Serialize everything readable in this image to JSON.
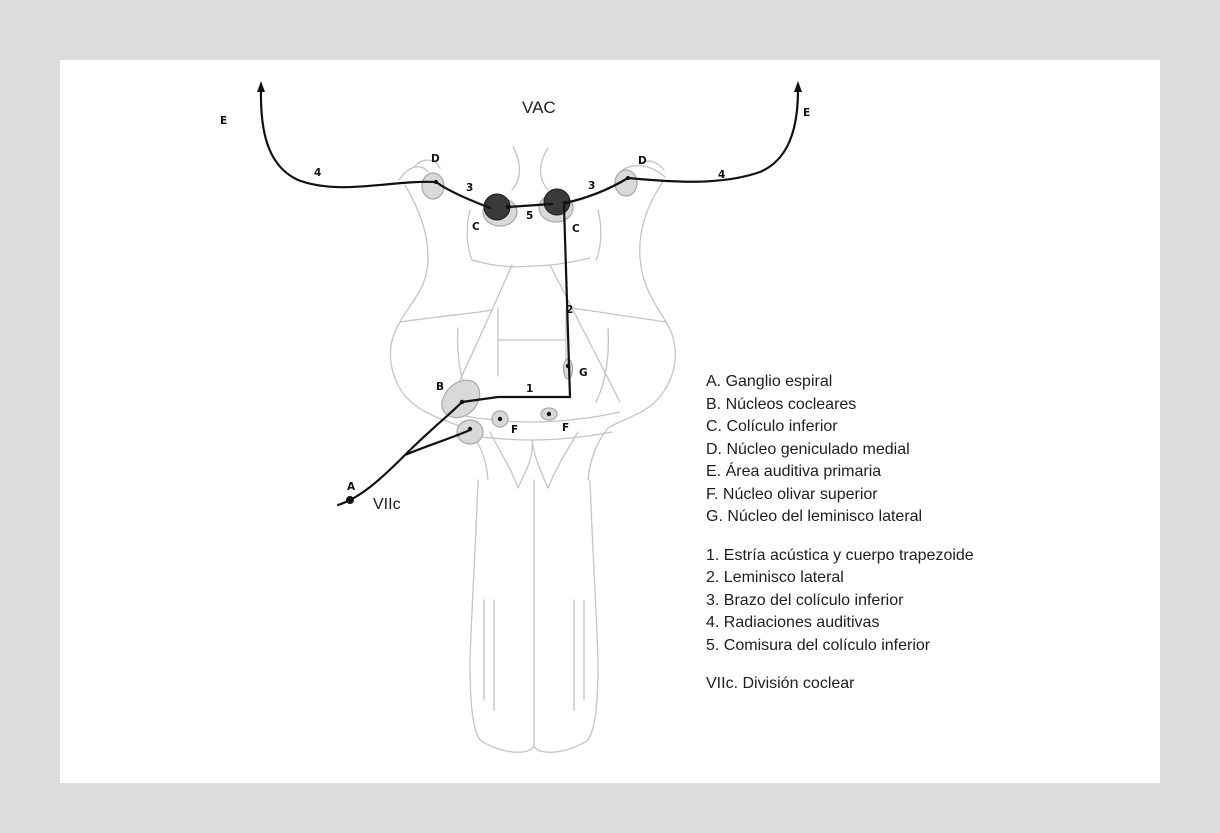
{
  "title": "VAC",
  "caption_vii": "VIIc",
  "markers": {
    "A": "A",
    "B": "B",
    "C": "C",
    "D": "D",
    "E": "E",
    "F": "F",
    "G": "G",
    "n1": "1",
    "n2": "2",
    "n3": "3",
    "n4": "4",
    "n5": "5"
  },
  "legend": {
    "structures": [
      "A. Ganglio espiral",
      "B. Núcleos cocleares",
      "C. Colículo inferior",
      "D. Núcleo geniculado medial",
      "E. Área auditiva primaria",
      "F. Núcleo olivar superior",
      "G. Núcleo del leminisco lateral"
    ],
    "pathways": [
      "1. Estría acústica y cuerpo trapezoide",
      "2. Leminisco lateral",
      "3. Brazo del colículo inferior",
      "4. Radiaciones auditivas",
      "5. Comisura del colículo inferior"
    ],
    "nerve": "VIIc. División coclear"
  },
  "colors": {
    "background": "#dcdcdc",
    "panel": "#ffffff",
    "outline": "#c8c8c8",
    "pathway": "#111111",
    "nucleus_dark": "#3a3a3a",
    "nucleus_light": "#d9d9d9"
  }
}
